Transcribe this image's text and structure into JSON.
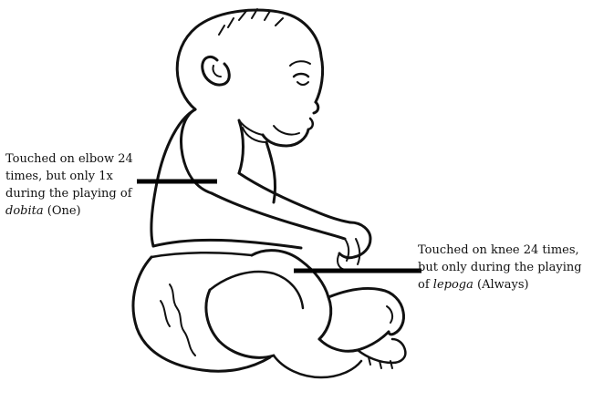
{
  "annotations": {
    "elbow": {
      "line1": "Touched on elbow 24",
      "line2": "times, but only 1x",
      "line3": "during the playing of",
      "song": "dobita",
      "suffix": " (One)"
    },
    "knee": {
      "line1": "Touched on knee 24 times,",
      "line2": "but only during the playing",
      "prefix": "of ",
      "song": "lepoga",
      "suffix": " (Always)"
    }
  }
}
